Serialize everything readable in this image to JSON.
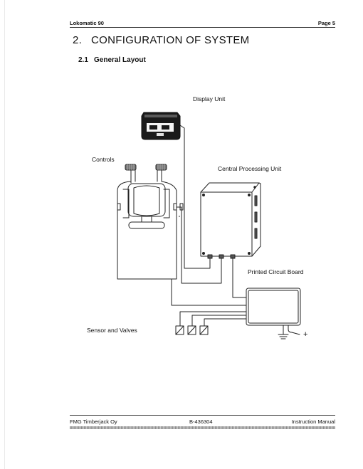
{
  "header": {
    "left": "Lokomatic 90",
    "right": "Page 5"
  },
  "section": {
    "number": "2.",
    "title": "CONFIGURATION OF SYSTEM"
  },
  "subsection": {
    "number": "2.1",
    "title": "General Layout"
  },
  "diagram": {
    "labels": {
      "display_unit": "Display Unit",
      "controls": "Controls",
      "cpu": "Central Processing Unit",
      "pcb": "Printed Circuit Board",
      "sensors": "Sensor and Valves",
      "plus": "+"
    }
  },
  "footer": {
    "left": "FMG Timberjack Oy",
    "center": "B-436304",
    "right": "Instruction Manual"
  }
}
